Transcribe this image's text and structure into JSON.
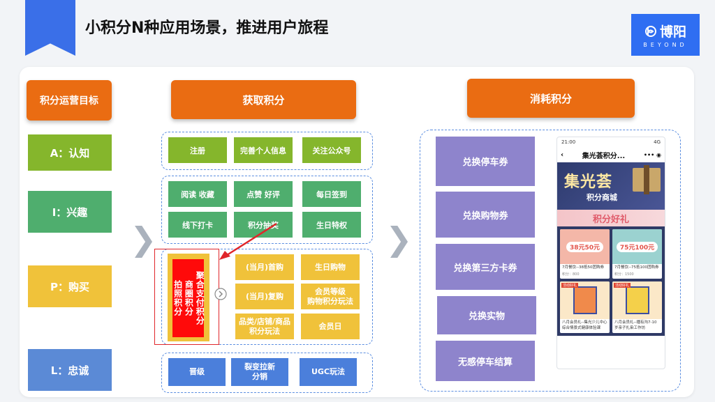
{
  "header": {
    "title": "小积分N种应用场景，推进用户旅程",
    "logo_name": "博阳",
    "logo_sub": "BEYOND"
  },
  "columns": {
    "goals_title": "积分运营目标",
    "acquire_title": "获取积分",
    "consume_title": "消耗积分"
  },
  "goals": [
    {
      "label": "A：认知",
      "color": "#85b62c"
    },
    {
      "label": "I：兴趣",
      "color": "#4fae6e"
    },
    {
      "label": "P：购买",
      "color": "#f0c23a"
    },
    {
      "label": "L：忠诚",
      "color": "#4b7fdb"
    }
  ],
  "acquire": {
    "awareness": [
      "注册",
      "完善个人信息",
      "关注公众号"
    ],
    "interest": [
      "阅读 收藏",
      "点赞 好评",
      "每日签到",
      "线下打卡",
      "积分抽奖",
      "生日特权"
    ],
    "purchase_vertical": {
      "line1": "聚合支付积分",
      "line2": "商圈积分",
      "line3": "拍照积分"
    },
    "purchase": [
      "(当月)首购",
      "生日购物",
      "(当月)复购",
      "会员等级\n购物积分玩法",
      "品类/店铺/商品\n积分玩法",
      "会员日"
    ],
    "loyalty": [
      "晋级",
      "裂变拉新\n分销",
      "UGC玩法"
    ]
  },
  "consume": [
    "兑换停车券",
    "兑换购物券",
    "兑换第三方卡券",
    "兑换实物",
    "无感停车结算"
  ],
  "phone": {
    "time": "21:00",
    "signal": "4G",
    "page_title": "集光荟积分...",
    "banner_title": "集光荟",
    "banner_sub": "积分商城",
    "ribbon": "积分好礼",
    "card1_coupon": "38元50元",
    "card1_text": "7月餐饮--38抵50团购券",
    "card1_sub": "积分：800",
    "card2_coupon": "75元100元",
    "card2_text": "7月餐饮--75抵100团购券",
    "card2_sub": "积分：1500",
    "poster_tag": "活动好礼",
    "poster1_text": "八月会员礼--集光少儿中心综合情景式健康体验课",
    "poster2_text": "八月会员礼--播有沟7-10岁亲子扎染工作坊"
  }
}
